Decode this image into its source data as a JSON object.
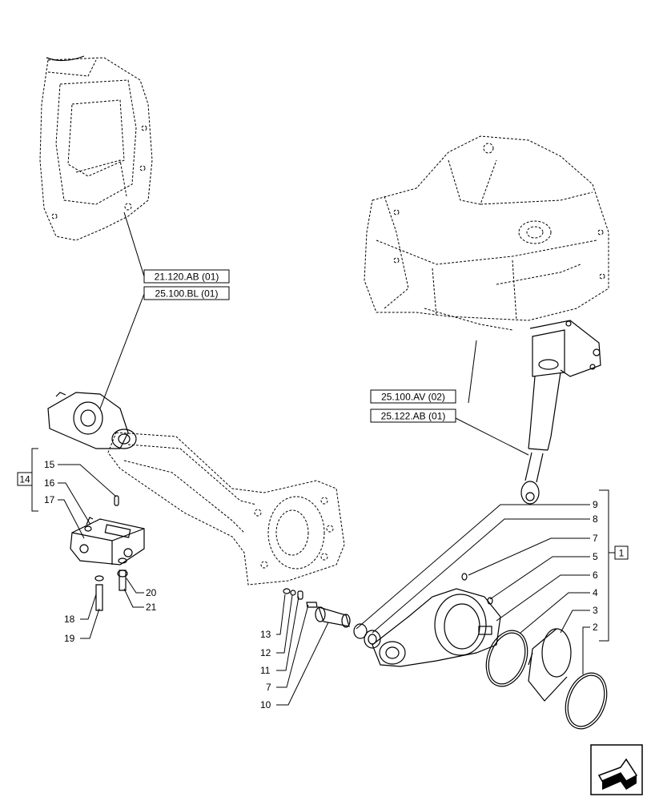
{
  "references": {
    "ref_21_120_AB": "21.120.AB (01)",
    "ref_25_100_BL": "25.100.BL (01)",
    "ref_25_100_AV": "25.100.AV (02)",
    "ref_25_122_AB": "25.122.AB (01)"
  },
  "groups": {
    "kit_14": "14",
    "kit_1": "1"
  },
  "callouts": {
    "n15": "15",
    "n16": "16",
    "n17": "17",
    "n18": "18",
    "n19": "19",
    "n20": "20",
    "n21": "21",
    "n13": "13",
    "n12": "12",
    "n11": "11",
    "n7a": "7",
    "n10": "10",
    "n9": "9",
    "n8": "8",
    "n7b": "7",
    "n5": "5",
    "n6": "6",
    "n4": "4",
    "n3": "3",
    "n2": "2"
  },
  "nav": {
    "icon": "next-page-arrow-icon"
  }
}
